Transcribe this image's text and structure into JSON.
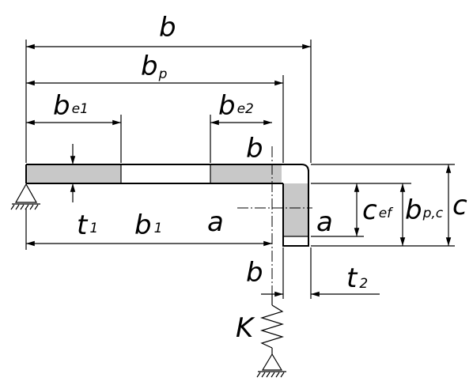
{
  "labels": {
    "b": "b",
    "bp_main": "b",
    "bp_sub": "p",
    "be1_main": "b",
    "be1_sub": "e1",
    "be2_main": "b",
    "be2_sub": "e2",
    "b1_main": "b",
    "b1_sub": "1",
    "t1_main": "t",
    "t1_sub": "1",
    "t2_main": "t",
    "t2_sub": "2",
    "a_left": "a",
    "a_right": "a",
    "b_section_top": "b",
    "b_section_bottom": "b",
    "cef_main": "c",
    "cef_sub": "ef",
    "bpc_main": "b",
    "bpc_sub": "p,c",
    "c": "c",
    "K": "K"
  },
  "colors": {
    "effective_fill": "#c8c8c8",
    "line": "#000000"
  }
}
